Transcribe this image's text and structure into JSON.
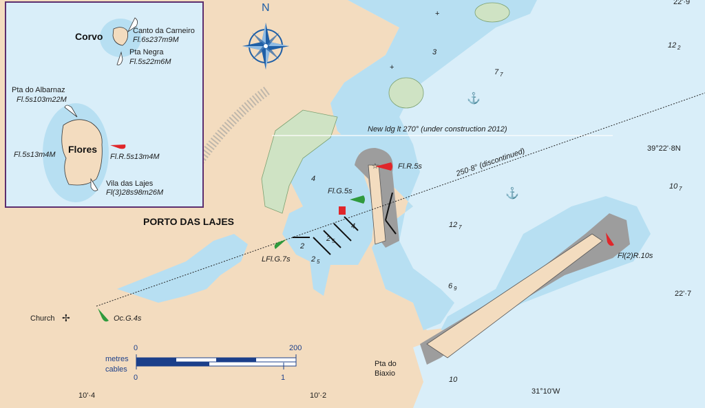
{
  "colors": {
    "land": "#f3dcbf",
    "shallow": "#b7dff2",
    "sea": "#d9eef9",
    "green_area": "#cfe3c4",
    "rock": "#9d9d9d",
    "light_red": "#e0262a",
    "light_green": "#2f9a3d",
    "inset_border": "#5b2d6e",
    "compass": "#1f5fa6"
  },
  "map": {
    "harbour_name": "PORTO DAS LAJES",
    "church": "Church",
    "point_biaxio": [
      "Pta do",
      "Biaxio"
    ],
    "new_leading_light": "New ldg lt 270° (under construction 2012)",
    "bearing_line": "250·8° (discontinued)",
    "compass_north": "N",
    "lights": {
      "breakwater_head": "Fl.R.5s",
      "jetty": "Fl.G.5s",
      "inner_pier": "LFl.G.7s",
      "outer_breakwater": "Fl(2)R.10s",
      "church_light": "Oc.G.4s"
    },
    "depths": [
      "3",
      "7",
      "7",
      "12",
      "2",
      "4",
      "10",
      "7",
      "12",
      "7",
      "4",
      "2",
      "2",
      "5",
      "2",
      "5",
      "6",
      "9",
      "10"
    ],
    "top_right_label": "22'·9",
    "lat_labels": [
      "39°22'·8N",
      "22'·7"
    ],
    "lon_labels": [
      "10'·4",
      "10'·2",
      "31°10'W"
    ]
  },
  "scale_bar": {
    "metres_label": "metres",
    "cables_label": "cables",
    "metres_ticks": [
      "0",
      "200"
    ],
    "cables_ticks": [
      "0",
      "1"
    ]
  },
  "inset": {
    "islands": [
      "Corvo",
      "Flores"
    ],
    "lights": [
      {
        "name": "Canto da Carneiro",
        "char": "Fl.6s237m9M"
      },
      {
        "name": "Pta Negra",
        "char": "Fl.5s22m6M"
      },
      {
        "name": "Pta do Albarnaz",
        "char": "Fl.5s103m22M"
      },
      {
        "name": "",
        "char": "Fl.5s13m4M"
      },
      {
        "name": "",
        "char": "Fl.R.5s13m4M"
      },
      {
        "name": "Vila das Lajes",
        "char": "Fl(3)28s98m26M"
      }
    ]
  }
}
